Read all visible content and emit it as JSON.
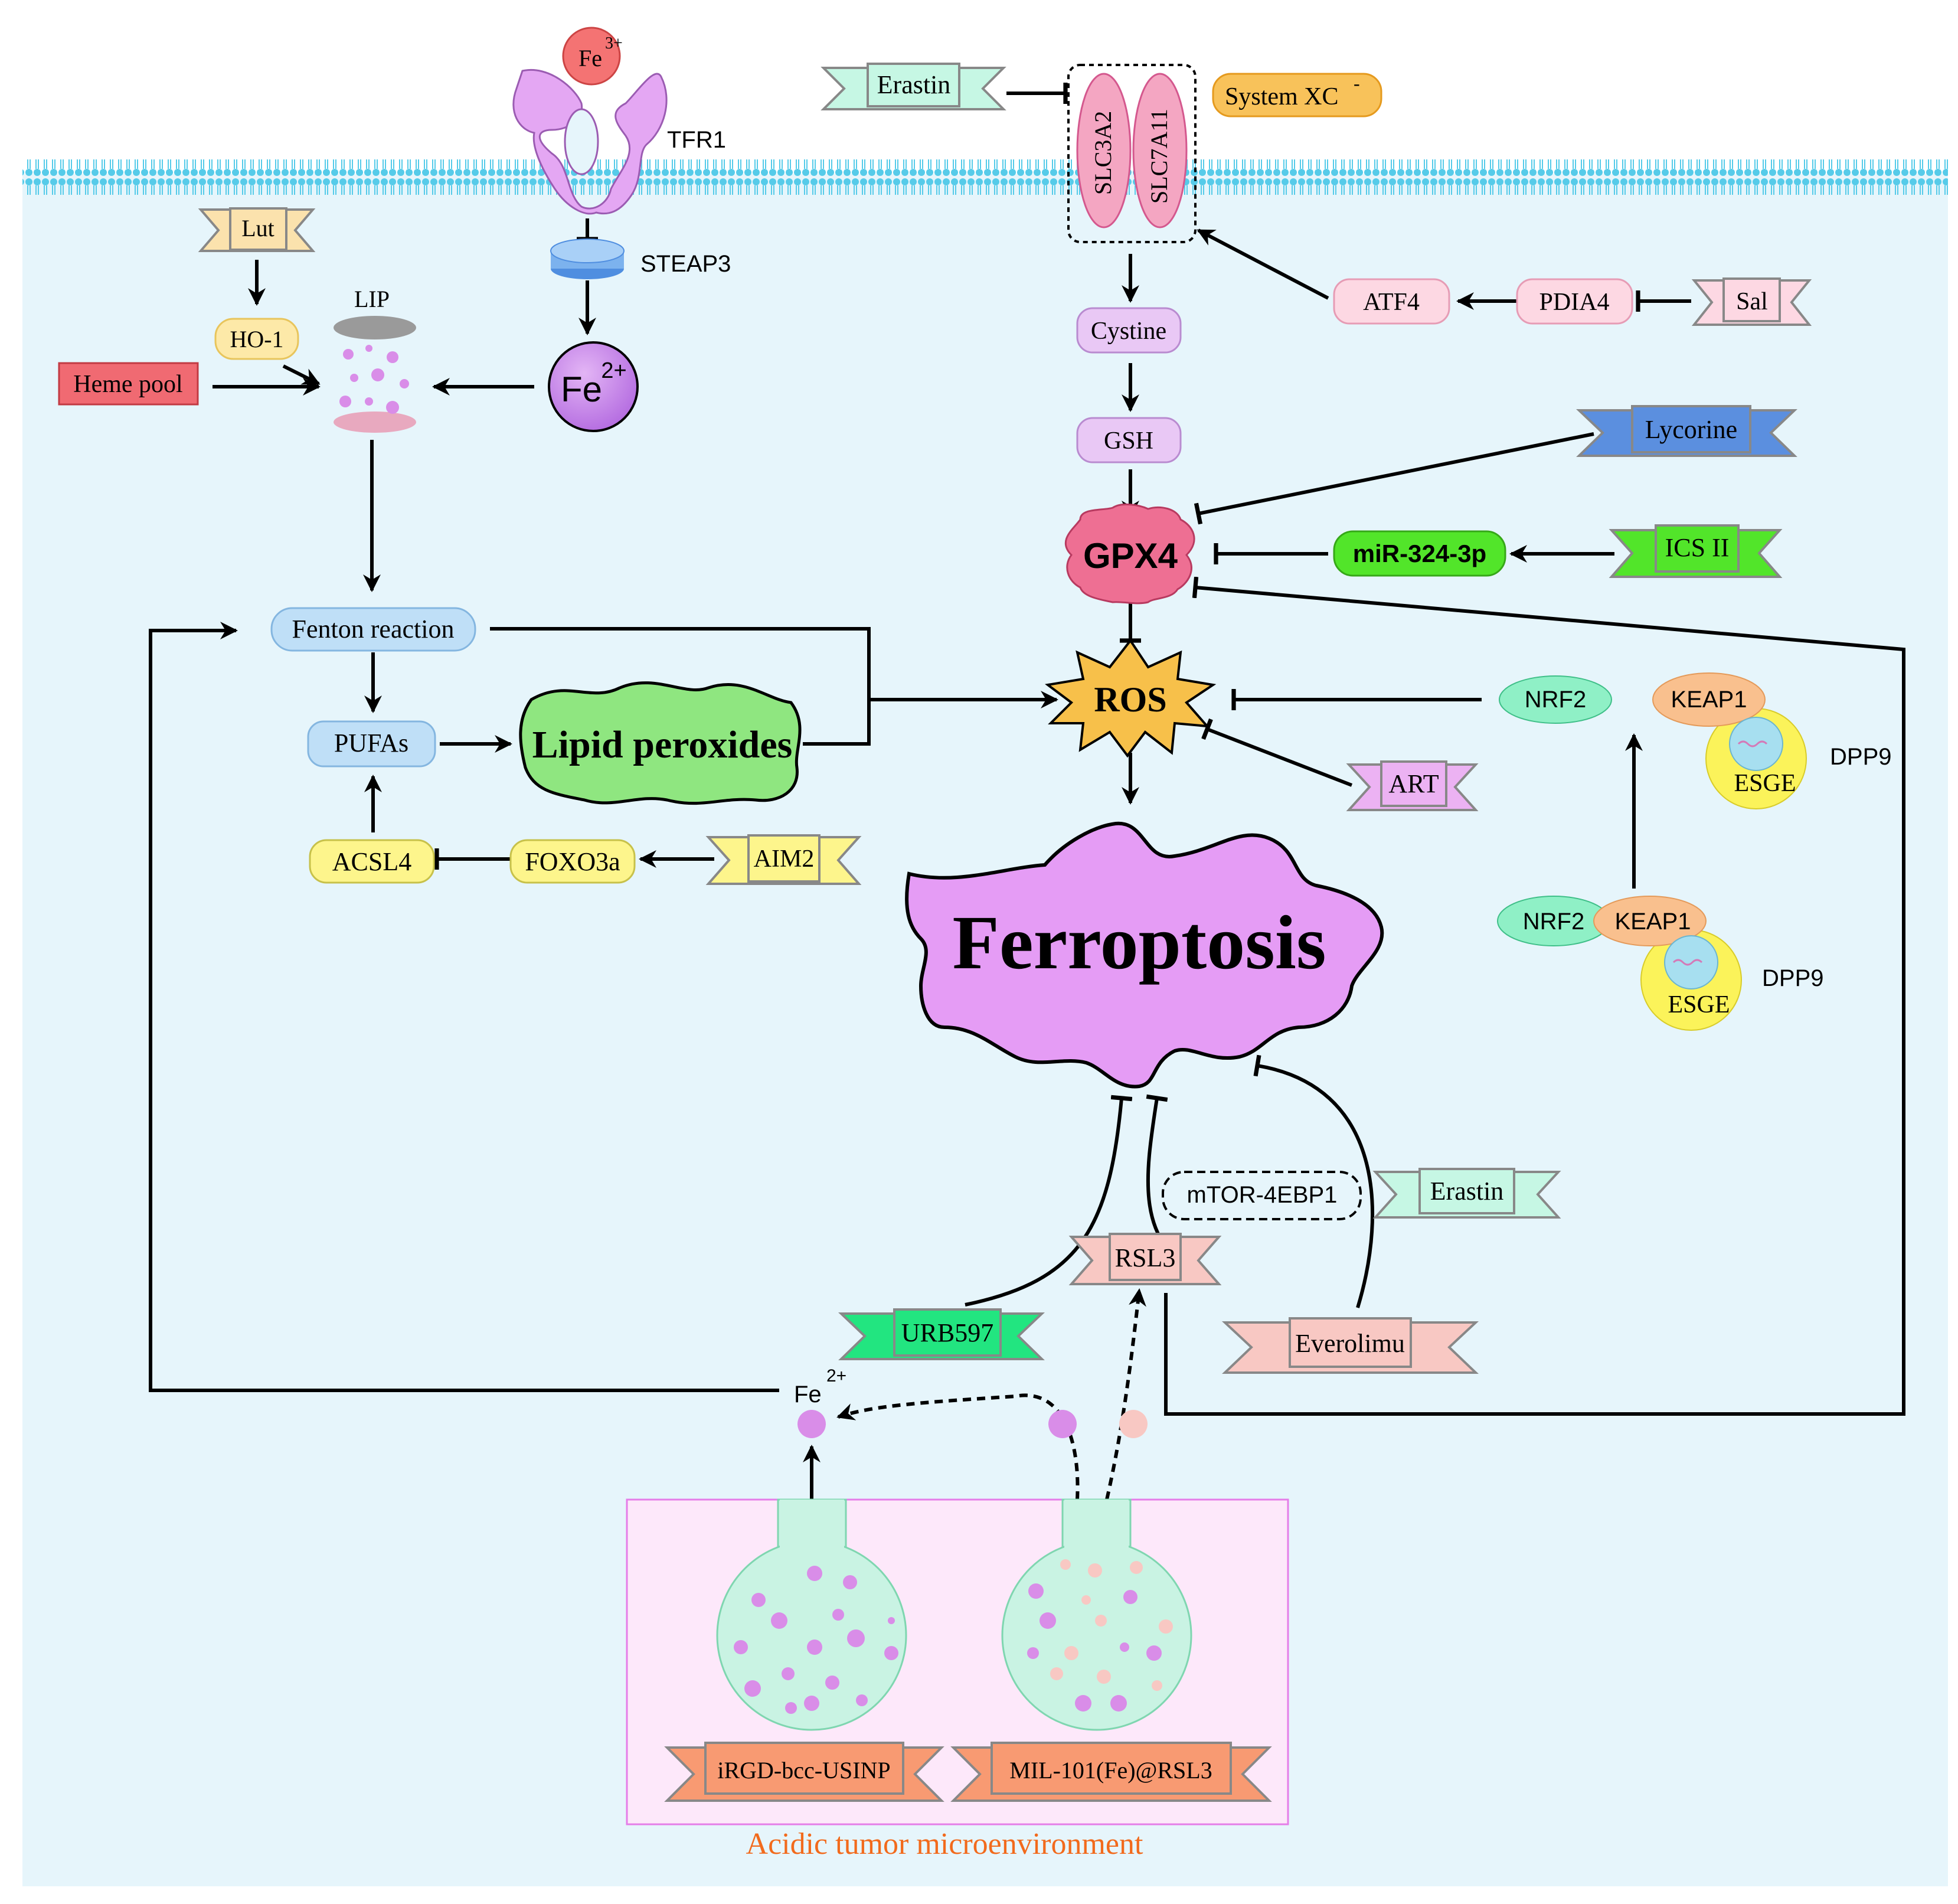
{
  "membrane_proteins": {
    "fe3": "Fe",
    "fe3_charge": "3+",
    "tfr1": "TFR1",
    "steap3": "STEAP3",
    "slc3a2": "SLC3A2",
    "slc7a11": "SLC7A11",
    "system_xc": "System XC",
    "system_xc_sup": "-"
  },
  "iron": {
    "lut": "Lut",
    "ho1": "HO-1",
    "lip": "LIP",
    "heme_pool": "Heme pool",
    "fe2": "Fe",
    "fe2_charge": "2+",
    "fenton": "Fenton reaction",
    "pufas": "PUFAs",
    "lipid_peroxides": "Lipid peroxides",
    "acsl4": "ACSL4",
    "foxo3a": "FOXO3a",
    "aim2": "AIM2"
  },
  "gsh_axis": {
    "erastin_top": "Erastin",
    "cystine": "Cystine",
    "gsh": "GSH",
    "gpx4": "GPX4",
    "atf4": "ATF4",
    "pdia4": "PDIA4",
    "sal": "Sal",
    "lycorine": "Lycorine",
    "mir": "miR-324-3p",
    "ics2": "ICS II"
  },
  "ros_axis": {
    "ros": "ROS",
    "nrf2_free": "NRF2",
    "art": "ART",
    "keap1_top": "KEAP1",
    "esge_top": "ESGE",
    "dpp9_top": "DPP9",
    "nrf2_complex": "NRF2",
    "keap1_complex": "KEAP1",
    "esge_bottom": "ESGE",
    "dpp9_bottom": "DPP9"
  },
  "ferroptosis": "Ferroptosis",
  "lower": {
    "mtor": "mTOR-4EBP1",
    "erastin_low": "Erastin",
    "rsl3": "RSL3",
    "urb597": "URB597",
    "everolimu": "Everolimu",
    "fe2": "Fe",
    "fe2_charge": "2+",
    "nano1": "iRGD-bcc-USINP",
    "nano2": "MIL-101(Fe)@RSL3",
    "tme": "Acidic tumor microenvironment"
  },
  "colors": {
    "cytoplasm": "#e6f5fb",
    "membrane": "#4fc9e8",
    "ferroptosis": "#e59cf5",
    "ros": "#f7c04a",
    "lipid": "#8fe680",
    "gpx4": "#ee6f93",
    "tme_box": "#fde8fa",
    "tme_text": "#f26a1c"
  }
}
